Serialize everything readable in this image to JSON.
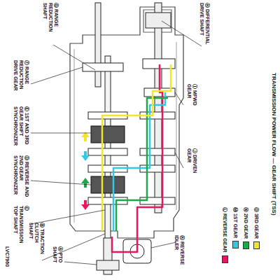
{
  "diagram": {
    "title": "TRANSMISSION POWER FLOW — GEAR SHIFT (TSS)",
    "labels": [
      "Ⓖ RANGE REDUCTION SHAFT",
      "Ⓗ DIFFERENTIAL DRIVE SHAFT",
      "Ⓕ RANGE REDUCTION DRIVE GEAR",
      "Ⓘ MFWD GEAR",
      "Ⓔ 1ST AND 3RD GEAR SHIFT SYNCHRONIZER",
      "Ⓙ DRIVEN GEAR",
      "Ⓓ REVERSE AND 2ND GEAR SYNCHRONIZER",
      "Ⓒ TRANSMISSION TOP SHAFT",
      "Ⓑ TRACTION CLUTCH SHAFT",
      "Ⓐ PTO SHAFT",
      "Ⓚ REVERSE IDLER",
      "LVC7960"
    ],
    "legend": [
      {
        "text": "Ⓛ REVERSE GEAR",
        "color": "#e8175d"
      },
      {
        "text": "Ⓜ 1ST GEAR",
        "color": "#32c8e6"
      },
      {
        "text": "Ⓝ 2ND GEAR",
        "color": "#1fa64a"
      },
      {
        "text": "Ⓞ 3RD GEAR",
        "color": "#f2e52a"
      }
    ]
  }
}
